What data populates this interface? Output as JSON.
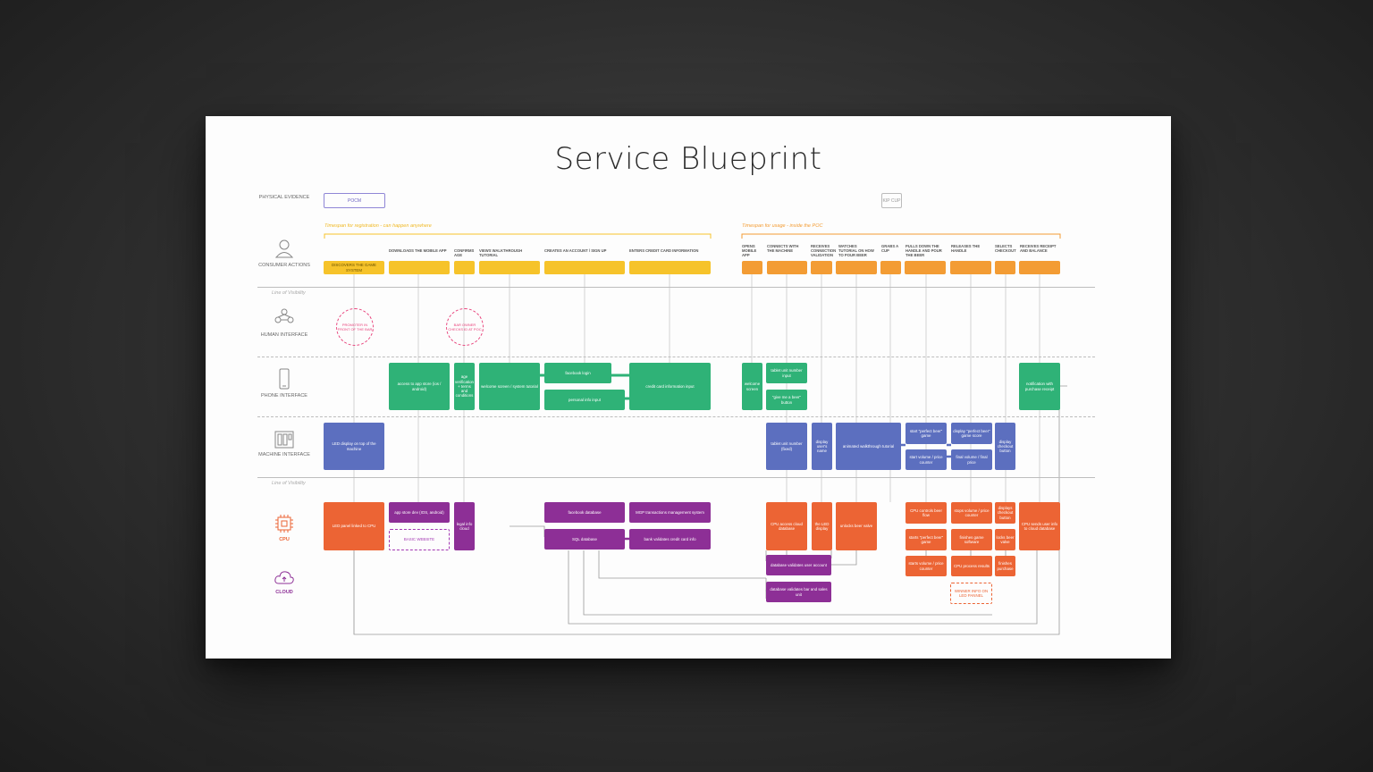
{
  "title": "Service Blueprint",
  "colors": {
    "consumer_reg": "#f6c32a",
    "consumer_use": "#f39c34",
    "phone": "#2fb277",
    "machine": "#5c6fbf",
    "server": "#8d2f96",
    "cpu": "#ec6434",
    "human": "#e8407a"
  },
  "lanes": {
    "physical_evidence": "PHYSICAL EVIDENCE",
    "consumer_actions": "CONSUMER ACTIONS",
    "human_interface": "HUMAN INTERFACE",
    "phone_interface": "PHONE INTERFACE",
    "machine_interface": "MACHINE INTERFACE",
    "cpu": "CPU",
    "cloud": "CLOUD"
  },
  "line_of_visibility": "Line of Visibility",
  "evidence": {
    "left": "POCM",
    "right": "KIP CUP"
  },
  "timespans": {
    "registration": "Timespan for registration - can happen anywhere",
    "usage": "Timespan for usage - inside the POC"
  },
  "steps_reg": [
    "DISCOVERS THE GAME SYSTEM",
    "DOWNLOADS THE MOBILE APP",
    "CONFIRMS AGE",
    "VIEWS WALKTHROUGH TUTORIAL",
    "CREATES AN ACCOUNT / SIGN UP",
    "ENTERS CREDIT CARD INFORMATION"
  ],
  "steps_use": [
    "OPENS MOBILE APP",
    "CONNECTS WITH THE MACHINE",
    "RECEIVES CONNECTION VALIDATION",
    "WATCHES TUTORIAL ON HOW TO POUR BEER",
    "GRABS A CUP",
    "PULLS DOWN THE HANDLE AND POUR THE BEER",
    "RELEASES THE HANDLE",
    "SELECTS CHECKOUT",
    "RECEIVES RECEIPT AND BALANCE"
  ],
  "human": {
    "promoter": "PROMOTER IN FRONT OF THE BAR",
    "bar_owner": "BAR OWNER CHECKS ID AT POC"
  },
  "phone": {
    "app_store": "access to app store (ios / android)",
    "age_verify": "age verification + terms and conditions",
    "welcome": "welcome screen / system tutorial",
    "facebook_login": "facebook login",
    "personal_info": "personal info input",
    "credit_card": "credit card information input",
    "welcome_screen": "welcome screen",
    "tablet_unit": "tablet unit number input",
    "give_me": "\"give me a beer\" button",
    "notification": "notification with purchase receipt"
  },
  "machine": {
    "led_display": "LED display on top of the machine",
    "tablet_unit": "tablet unit number (fixed)",
    "display_screen": "display user's name",
    "walkthrough": "animated walkthrough tutorial",
    "start_game": "start \"perfect beer\" game",
    "display_score": "display \"perfect beer\" game score",
    "display_checkout": "display checkout button",
    "start_volume": "start volume / price counter",
    "final_volume": "final volume / final price"
  },
  "server": {
    "app_store_dev": "app store dev (IOS, android)",
    "basic_website": "BASIC WEBSITE",
    "legal_info": "legal info cloud",
    "facebook_db": "facebook database",
    "sql_db": "SQL database",
    "mgp": "MGP transactions management system",
    "bank": "bank validates credit card info"
  },
  "cpu": {
    "led_panel": "LED panel linked to CPU",
    "cpu_access": "CPU access cloud database",
    "db_user": "database validates user account",
    "db_bar": "database validates bar and sales unit",
    "led_display": "the LED display",
    "unlocks": "unlocks beer valve",
    "controls_flow": "CPU controls beer flow",
    "starts_game": "starts \"perfect beer\" game",
    "starts_volume": "starts volume / price counter",
    "stops_volume": "stops volume / price counter",
    "finishes_game": "finishes game software",
    "process_results": "CPU process results",
    "displays_checkout": "displays checkout button",
    "locks_valve": "locks beer valve",
    "finishes_purchase": "finishes purchase",
    "sends_info": "CPU sends user info to cloud database",
    "winner": "WINNER INFO ON LED PANNEL"
  }
}
